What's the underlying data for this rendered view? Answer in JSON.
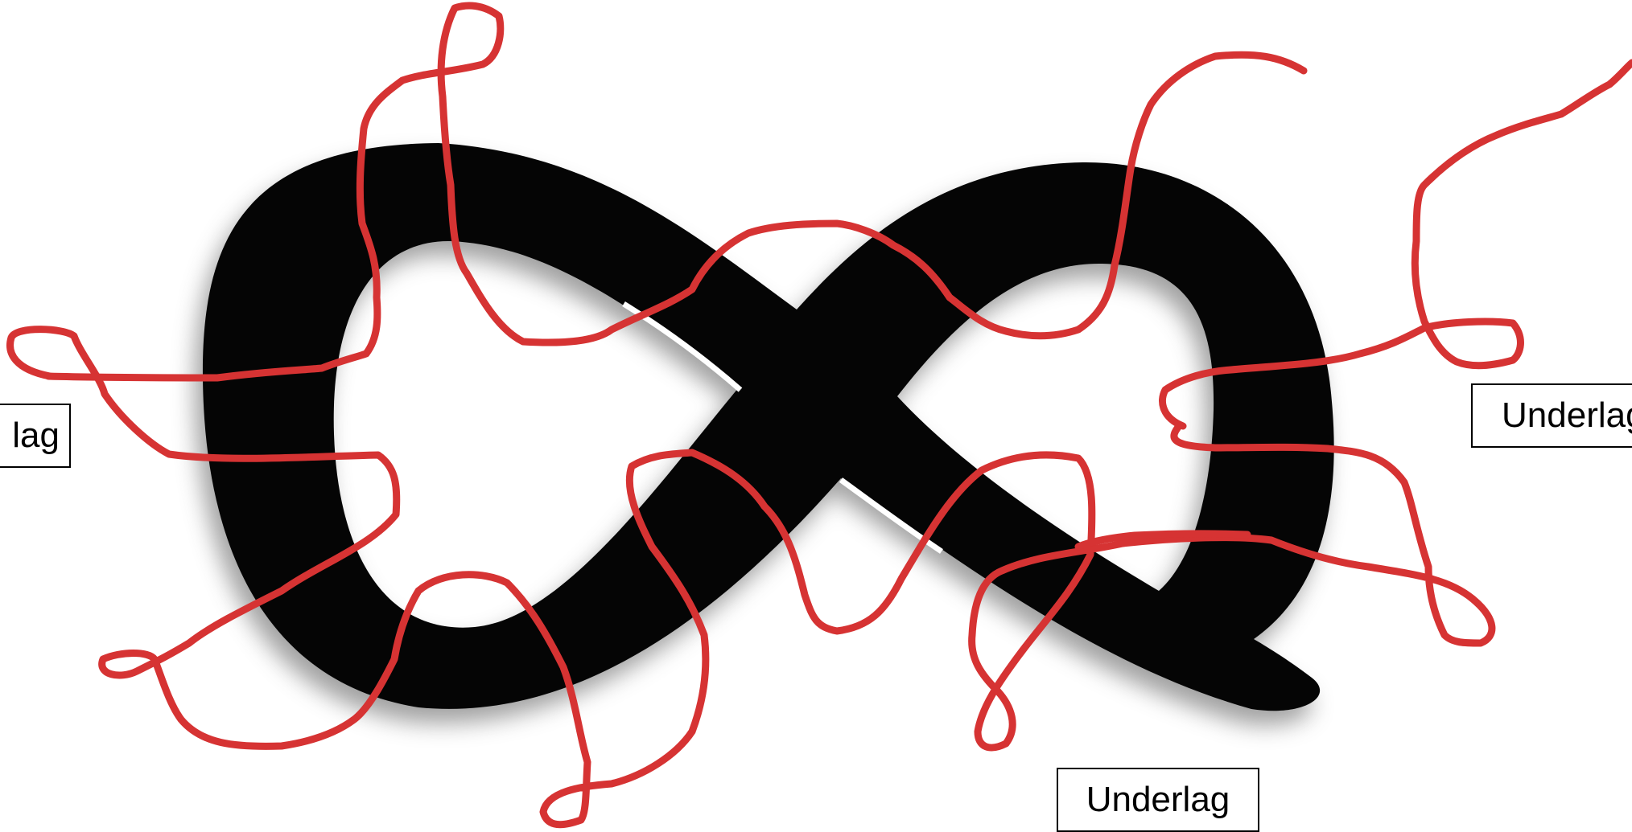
{
  "diagram": {
    "shape": "figure-eight-knot",
    "colors": {
      "background": "#ffffff",
      "band": "#000000",
      "shadow": "#777777",
      "strands": "#d63333",
      "label_border": "#000000"
    },
    "labels": {
      "left": "lag",
      "right": "Underlag",
      "bottom": "Underlag"
    }
  }
}
